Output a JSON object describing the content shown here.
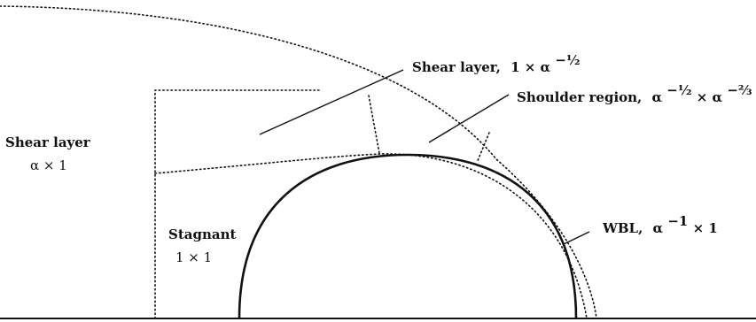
{
  "labels": {
    "shear_outer_name": "Shear layer,",
    "shear_outer_scale_lead": "1 × α",
    "shear_outer_exp": "−½",
    "shoulder_name": "Shoulder region,",
    "shoulder_a": "α",
    "shoulder_a_exp": "−½",
    "shoulder_times": " × α",
    "shoulder_b_exp": "−⅔",
    "shear_left_name": "Shear layer",
    "shear_left_scale": "α × 1",
    "wbl_name": "WBL,",
    "wbl_a": "α",
    "wbl_exp": "−1",
    "wbl_rest": " × 1",
    "stagnant_name": "Stagnant",
    "stagnant_scale": "1 × 1"
  }
}
